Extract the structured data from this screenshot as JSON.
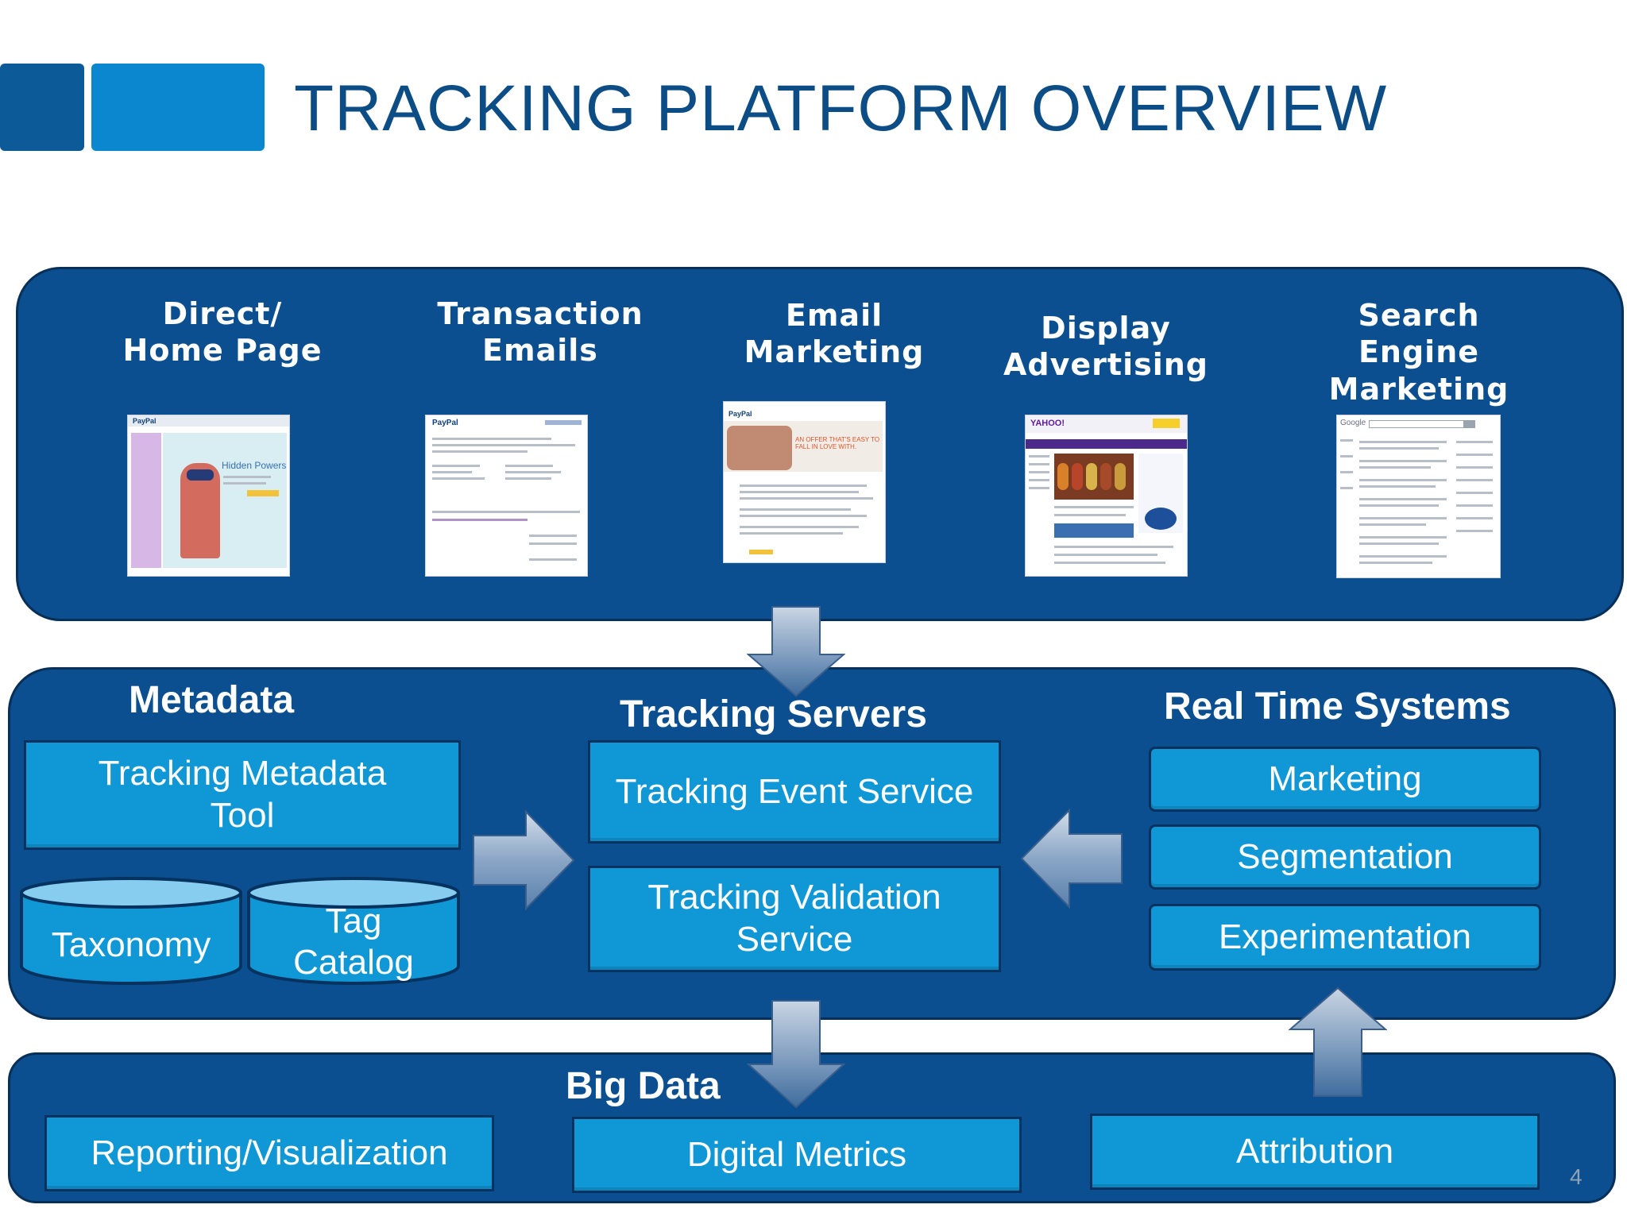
{
  "header": {
    "title": "TRACKING PLATFORM OVERVIEW"
  },
  "channels": [
    {
      "label": "Direct/\nHome Page",
      "thumbnail": "paypal-homepage-screenshot",
      "thumb_text": "PayPal",
      "thumb_headline": "Hidden Powers"
    },
    {
      "label": "Transaction\nEmails",
      "thumbnail": "paypal-receipt-email-screenshot",
      "thumb_text": "PayPal"
    },
    {
      "label": "Email\nMarketing",
      "thumbnail": "paypal-marketing-email-screenshot",
      "thumb_text": "PayPal",
      "thumb_headline": "AN OFFER THAT'S EASY TO FALL IN LOVE WITH."
    },
    {
      "label": "Display\nAdvertising",
      "thumbnail": "yahoo-display-ad-screenshot",
      "thumb_text": "YAHOO!"
    },
    {
      "label": "Search\nEngine\nMarketing",
      "thumbnail": "google-search-results-screenshot",
      "thumb_text": "Google"
    }
  ],
  "metadata": {
    "heading": "Metadata",
    "tool": "Tracking Metadata\nTool",
    "stores": [
      "Taxonomy",
      "Tag\nCatalog"
    ]
  },
  "tracking_servers": {
    "heading": "Tracking Servers",
    "services": [
      "Tracking Event Service",
      "Tracking Validation\nService"
    ]
  },
  "real_time_systems": {
    "heading": "Real Time Systems",
    "items": [
      "Marketing",
      "Segmentation",
      "Experimentation"
    ]
  },
  "big_data": {
    "heading": "Big Data",
    "items": [
      "Reporting/Visualization",
      "Digital Metrics",
      "Attribution"
    ]
  },
  "page_number": "4",
  "colors": {
    "title": "#0d4d86",
    "panel": "#0b4f90",
    "box": "#1097d6",
    "box_border": "#05325e",
    "arrow": "#8ea8c6"
  }
}
